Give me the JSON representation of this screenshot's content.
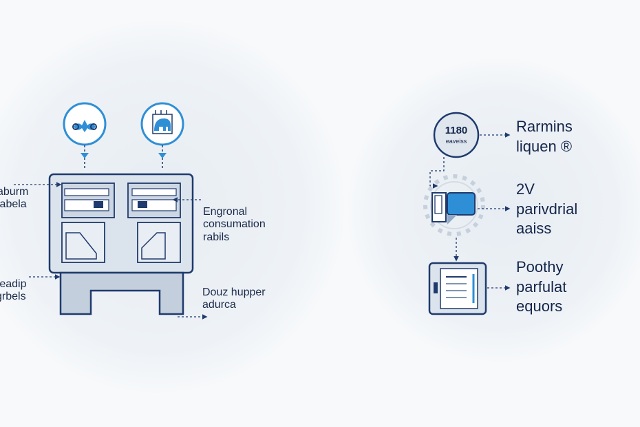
{
  "left_panel": {
    "label_top_left": [
      "aburm",
      "labela"
    ],
    "label_mid_left": [
      "readip",
      "grbels"
    ],
    "label_mid_right": [
      "Engronal",
      "consumation",
      "rabils"
    ],
    "label_bottom_right": [
      "Douz hupper",
      "adurca"
    ]
  },
  "right_panel": {
    "badge": {
      "number": "1180",
      "caption": "eaveiss"
    },
    "item_1": [
      "Rarmins",
      "liquen ®"
    ],
    "item_2": [
      "2V",
      "parivdrial",
      "aaiss"
    ],
    "item_3": [
      "Poothy",
      "parfulat",
      "equors"
    ]
  },
  "colors": {
    "navy": "#1f3a6d",
    "accent_blue": "#2f8fd6",
    "panel_fill": "#dbe3ec",
    "background": "#f7f9fb"
  },
  "icons": [
    "wrench-icon",
    "elephant-icon",
    "gear-icon",
    "document-icon"
  ]
}
